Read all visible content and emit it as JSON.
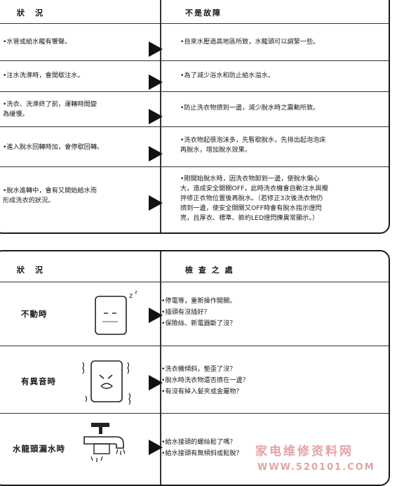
{
  "table1": {
    "header_left": "狀　況",
    "header_right": "不是故障",
    "rows": [
      {
        "left": "•水管或給水龍有響聲。",
        "right": "•自來水壓過高地區所致，水龍頭可以調緊一些。"
      },
      {
        "left": "•注水洗滌時，會間歇注水。",
        "right": "•為了減少浴水和防止給水溢水。"
      },
      {
        "left": "•洗衣、洗滌終了前，運轉時間變\n為緩慢。",
        "right": "•防止洗衣物擠到一邊，減少脫水時之震動所致。"
      },
      {
        "left": "•進入脫水回轉時加，會停歇回轉。",
        "right": "•洗衣物起很泡沫多，先暫歇脫水，先排出起泡泡床\n再脫水，增加脫水效果。"
      },
      {
        "left": "•脫水進轉中，會有又開始給水而\n形成洗衣的狀況。",
        "right": "•剛開始脫水時，因洗衣物卸到一邊，使脫水偏心\n大，造成安全開關OFF，此時洗衣機會自動注水與攪\n拌修正衣物位置後再脫水。（若修正3次後洗衣物仍\n擠到一邊，使安全開關又OFF時會有脫水指示燈閃\n亮，且厚衣、標準、節約LED燈閃爍異常顯示。）"
      }
    ]
  },
  "table2": {
    "header_left": "狀　況",
    "header_right": "檢 查 之 處",
    "rows": [
      {
        "left": "不動時",
        "right": "•停電等，重新操作開關。\n•插頭有沒插好？\n•保險絲、新電器斷了沒？"
      },
      {
        "left": "有異音時",
        "right": "•洗衣機傾斜，墊歪了沒？\n•脫水時洗衣物還否擠在一邊？\n•有沒有掉入髮夾或金屬物？"
      },
      {
        "left": "水龍頭漏水時",
        "right": "•給水接頭的螺絲鬆了嗎？\n•給水接頭有無傾斜或鬆脫？"
      }
    ]
  },
  "watermark": {
    "line1": "家电维修资料网",
    "line2": "WWW.520101.COM"
  }
}
